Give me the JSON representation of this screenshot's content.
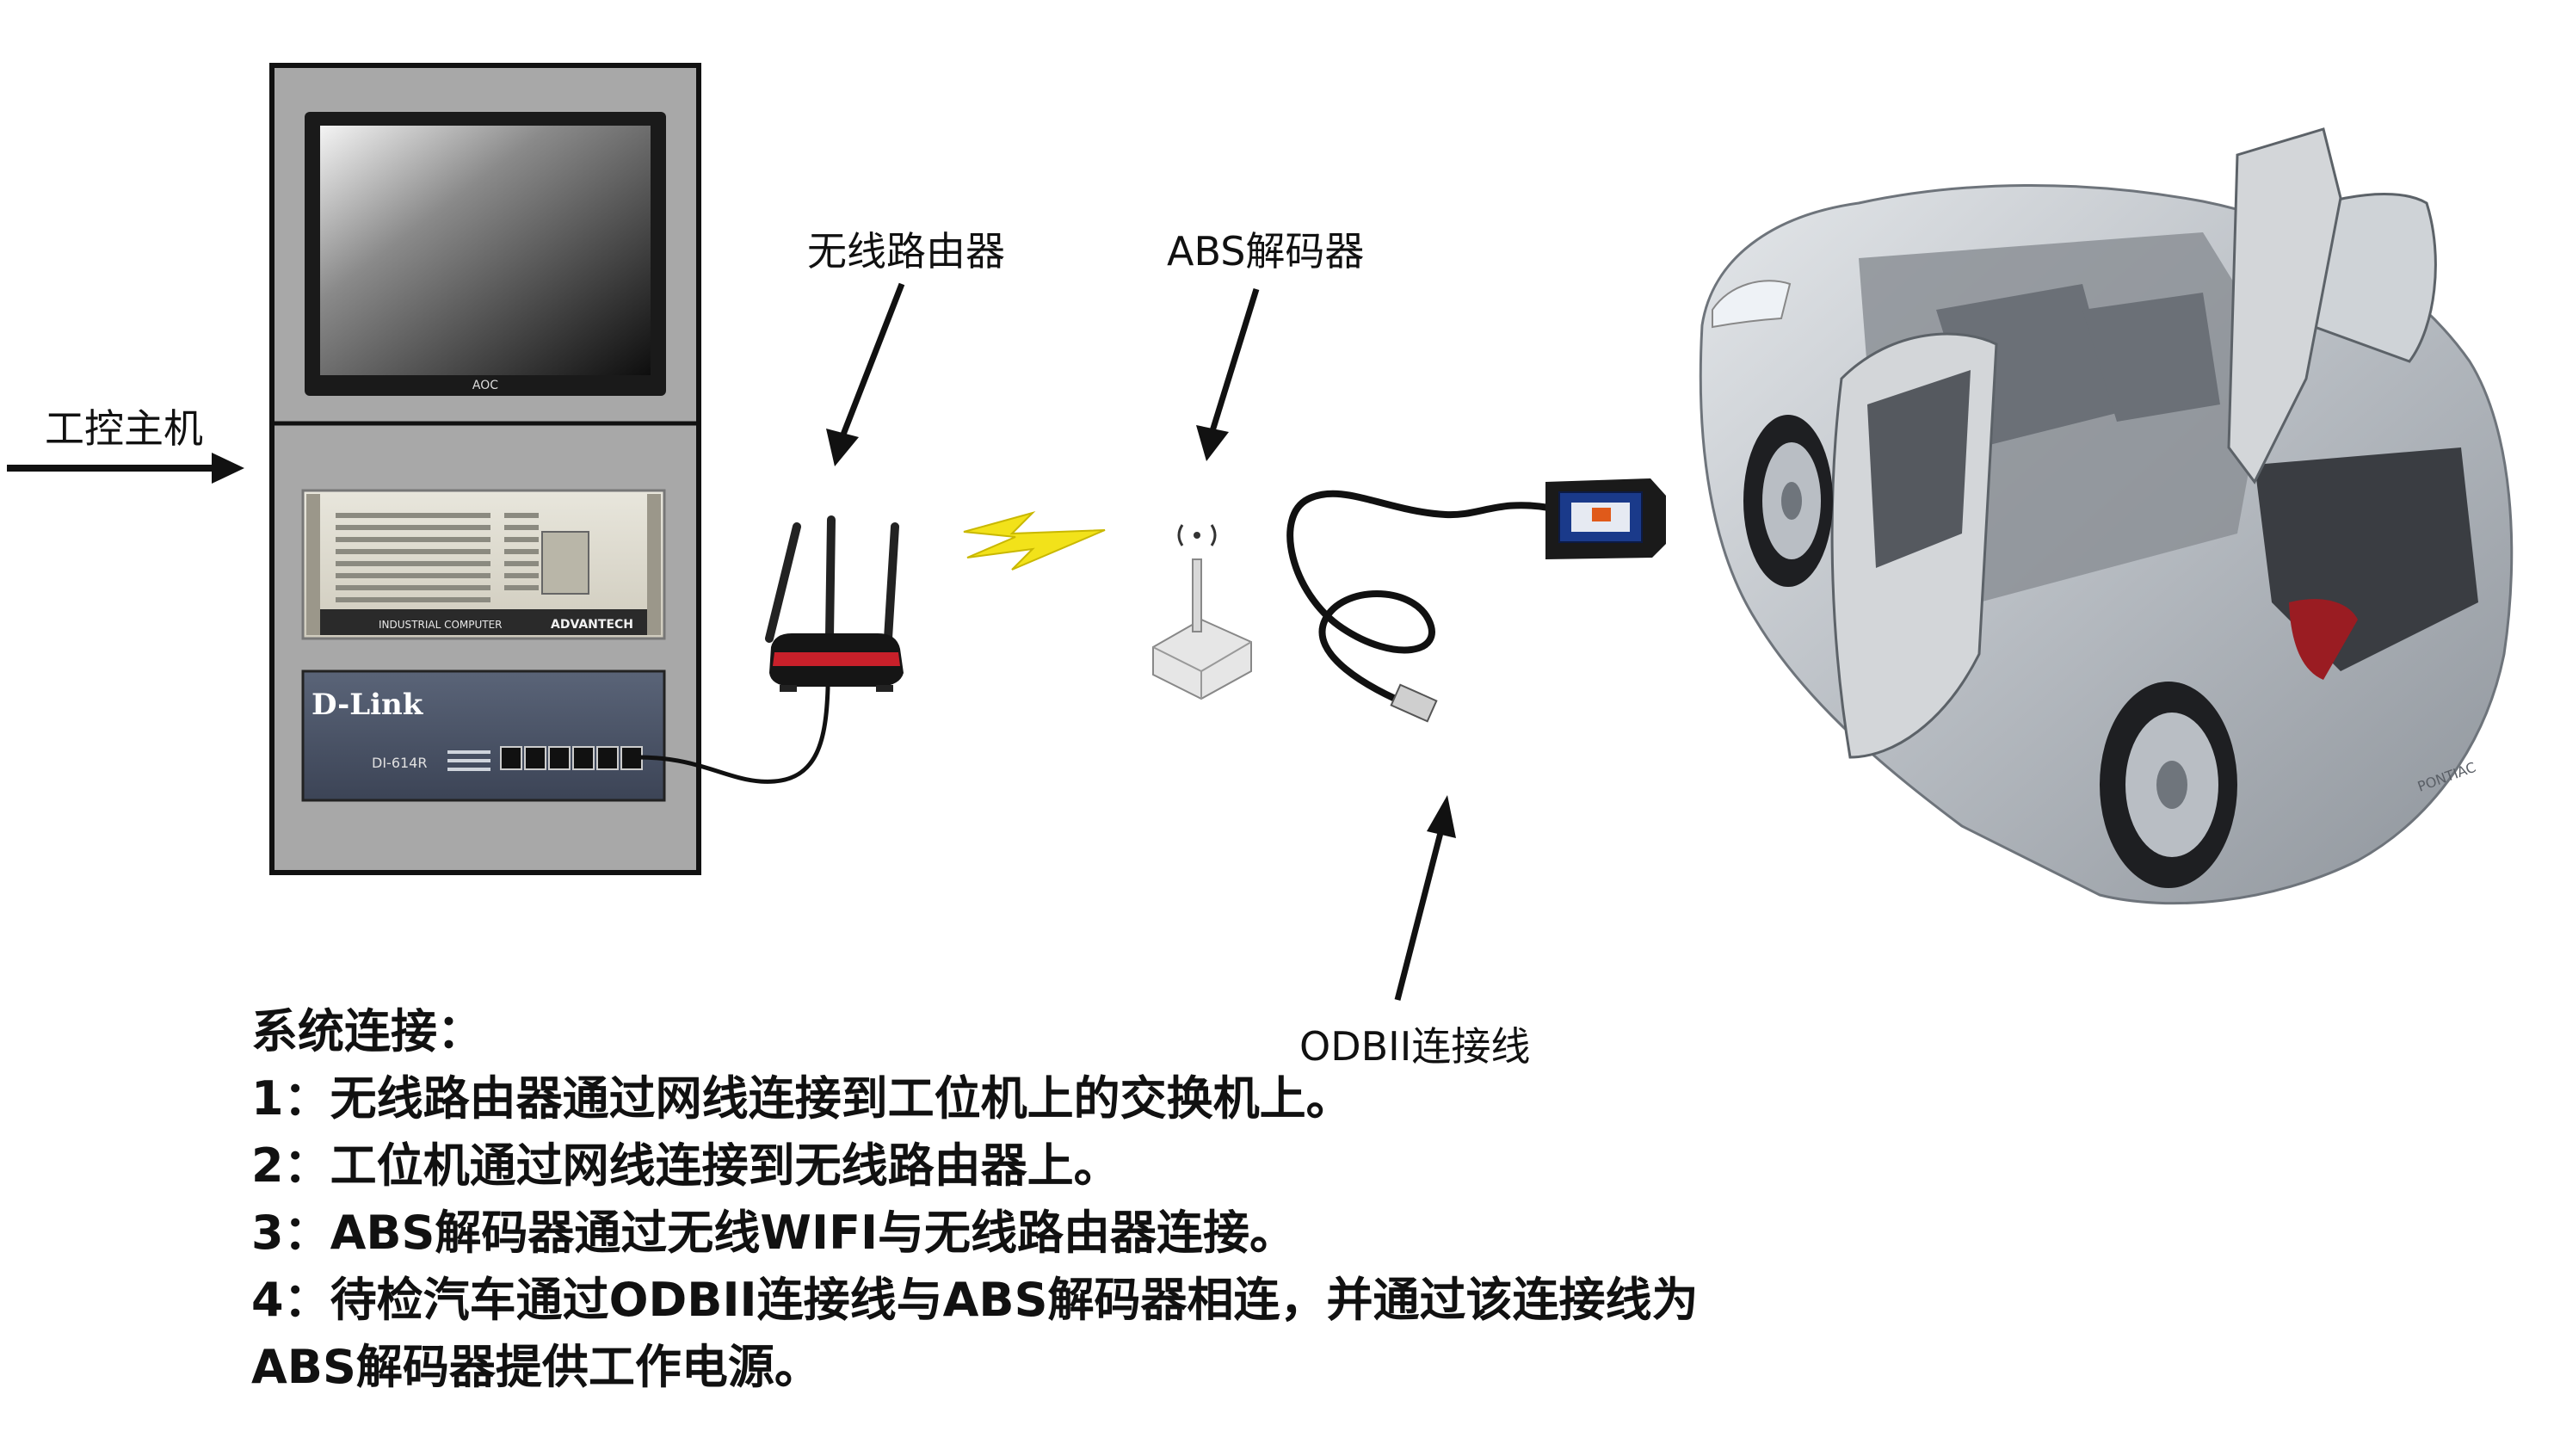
{
  "labels": {
    "industrial_pc": "工控主机",
    "router": "无线路由器",
    "abs_decoder": "ABS解码器",
    "obd_cable": "ODBII连接线"
  },
  "device_text": {
    "monitor_brand": "AOC",
    "ipc_model": "INDUSTRIAL COMPUTER",
    "ipc_brand": "ADVANTECH",
    "switch_brand": "D-Link",
    "switch_model": "DI-614R",
    "car_badge": "PONTIAC"
  },
  "notes": {
    "heading": "系统连接：",
    "line1": "1：无线路由器通过网线连接到工位机上的交换机上。",
    "line2": "2：工位机通过网线连接到无线路由器上。",
    "line3": "3：ABS解码器通过无线WIFI与无线路由器连接。",
    "line4a": "4：待检汽车通过ODBII连接线与ABS解码器相连，并通过该连接线为",
    "line4b": "ABS解码器提供工作电源。"
  },
  "colors": {
    "cabinet": "#a8a8a8",
    "router_red": "#c8202a",
    "wifi_bolt": "#f2e21a",
    "obd_blue": "#1a3a8a",
    "car_silver": "#c4c8cc"
  }
}
